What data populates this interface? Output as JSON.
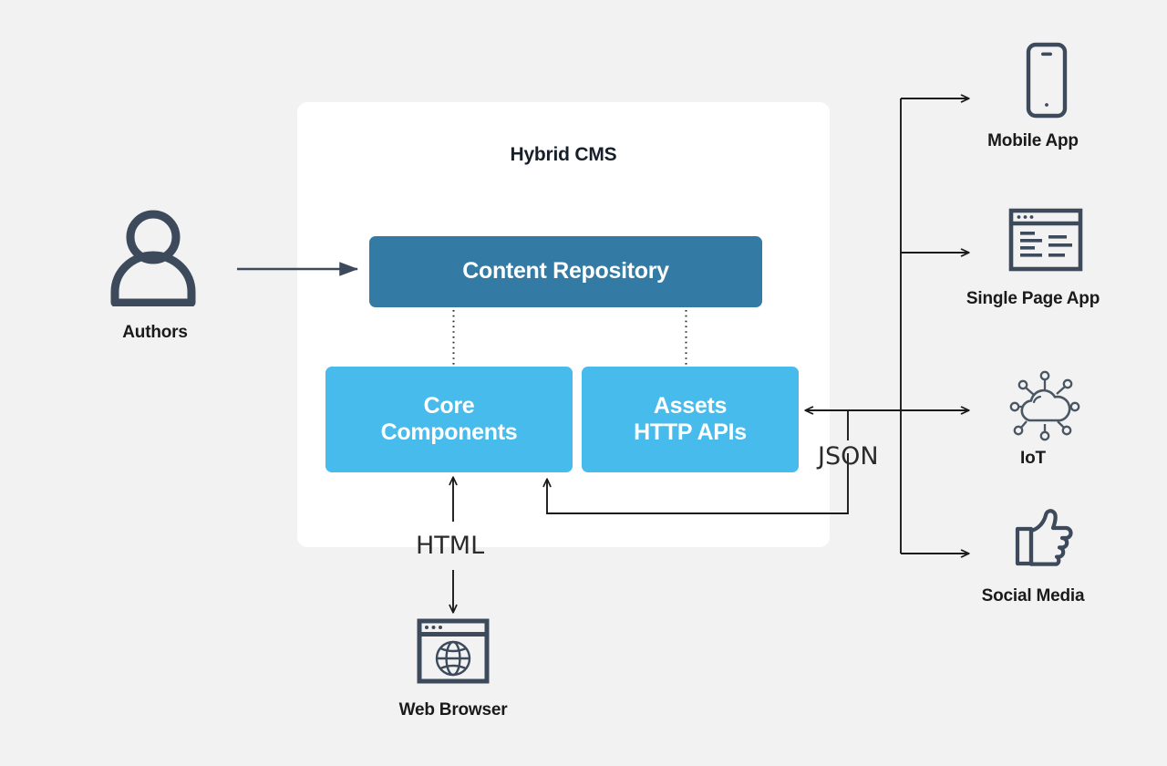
{
  "diagram": {
    "title": "Hybrid CMS",
    "background_color": "#f2f2f2",
    "panel_color": "#ffffff",
    "accent_dark_blue": "#337ba4",
    "accent_light_blue": "#47bbeb",
    "icon_color": "#3d4a5c",
    "line_color": "#1a1a1a"
  },
  "panel": {
    "title": "Hybrid CMS",
    "boxes": [
      {
        "id": "content-repository",
        "label": "Content Repository",
        "color": "#337ba4"
      },
      {
        "id": "core-components",
        "line1": "Core",
        "line2": "Components",
        "color": "#47bbeb"
      },
      {
        "id": "assets-http-apis",
        "line1": "Assets",
        "line2": "HTTP APIs",
        "color": "#47bbeb"
      }
    ]
  },
  "edge_labels": {
    "html": "HTML",
    "json": "JSON"
  },
  "left_nodes": [
    {
      "id": "authors",
      "label": "Authors",
      "icon": "person-icon"
    }
  ],
  "bottom_nodes": [
    {
      "id": "web-browser",
      "label": "Web Browser",
      "icon": "browser-globe-icon"
    }
  ],
  "right_nodes": [
    {
      "id": "mobile-app",
      "label": "Mobile App",
      "icon": "mobile-phone-icon"
    },
    {
      "id": "single-page-app",
      "label": "Single Page App",
      "icon": "browser-window-icon"
    },
    {
      "id": "iot",
      "label": "IoT",
      "icon": "cloud-iot-icon"
    },
    {
      "id": "social-media",
      "label": "Social Media",
      "icon": "thumbs-up-icon"
    }
  ]
}
